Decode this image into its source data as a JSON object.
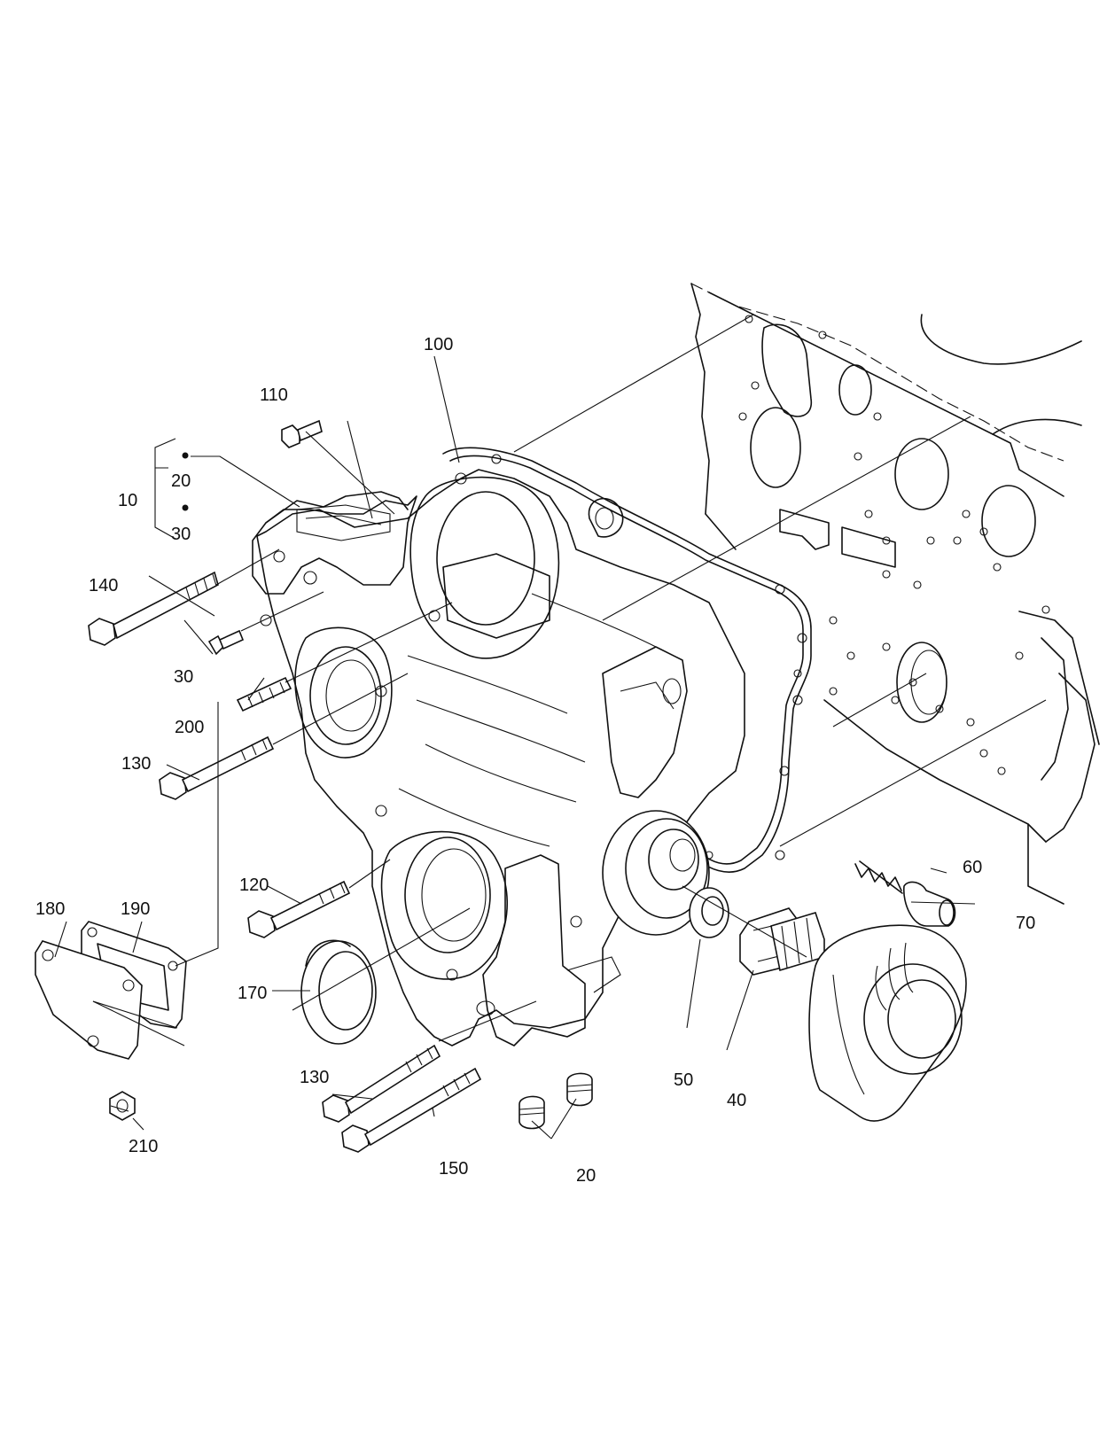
{
  "callouts": {
    "c100": "100",
    "c110": "110",
    "c10": "10",
    "c20_top": "20",
    "c30_top": "30",
    "c140": "140",
    "c30": "30",
    "c200": "200",
    "c130_top": "130",
    "c120": "120",
    "c180": "180",
    "c190": "190",
    "c170": "170",
    "c210": "210",
    "c130_bottom": "130",
    "c150": "150",
    "c20_bottom": "20",
    "c50": "50",
    "c40": "40",
    "c60": "60",
    "c70": "70"
  },
  "colors": {
    "line": "#111111",
    "paper": "#ffffff"
  }
}
